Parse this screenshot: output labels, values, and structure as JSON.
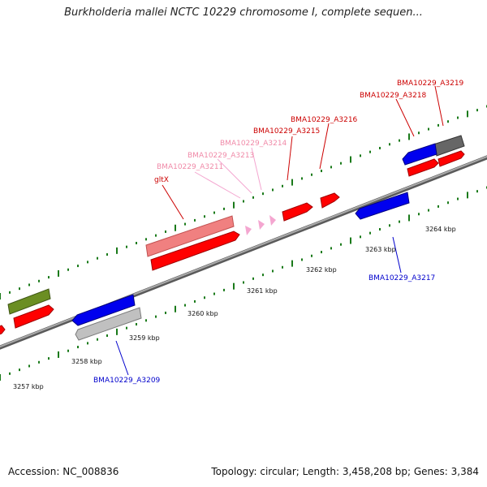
{
  "header": {
    "title": "Burkholderia mallei NCTC 10229 chromosome I, complete sequen..."
  },
  "footer": {
    "accession": "Accession: NC_008836",
    "summary": "Topology: circular; Length: 3,458,208 bp; Genes: 3,384"
  },
  "colors": {
    "backbone": "#8c8c8c",
    "forward_gene": "#ff0000",
    "reverse_gene": "#0000ee",
    "light_gene": "#f08080",
    "pink_gene": "#f4a6d0",
    "green_gene": "#6b8e23",
    "grey_gene": "#c0c0c0",
    "dark_gene": "#666666",
    "tick": "#1a7a1a"
  },
  "scale_labels": [
    "3257 kbp",
    "3258 kbp",
    "3259 kbp",
    "3260 kbp",
    "3261 kbp",
    "3262 kbp",
    "3263 kbp",
    "3264 kbp"
  ],
  "gene_labels": {
    "gltX": "gltX",
    "a3211": "BMA10229_A3211",
    "a3213": "BMA10229_A3213",
    "a3214": "BMA10229_A3214",
    "a3215": "BMA10229_A3215",
    "a3216": "BMA10229_A3216",
    "a3218": "BMA10229_A3218",
    "a3219": "BMA10229_A3219",
    "a3217": "BMA10229_A3217",
    "a3209": "BMA10229_A3209"
  }
}
